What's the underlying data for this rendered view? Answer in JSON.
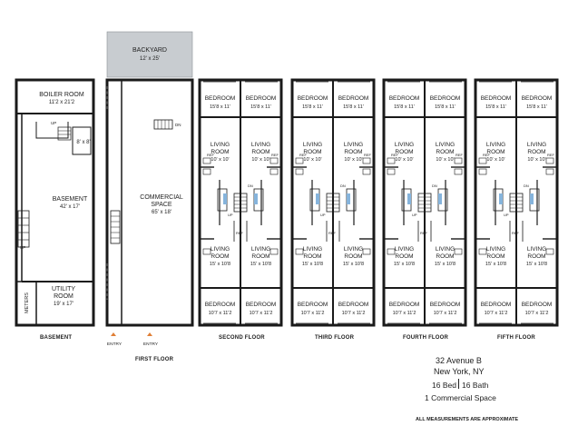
{
  "colors": {
    "wall": "#1a1a1a",
    "backyard": "#c8ccd0",
    "bath_fixture": "#86b4dc",
    "entry": "#e07f36"
  },
  "labels": {
    "basement": "BASEMENT",
    "first_floor": "FIRST FLOOR",
    "second_floor": "SECOND FLOOR",
    "third_floor": "THIRD FLOOR",
    "fourth_floor": "FOURTH FLOOR",
    "fifth_floor": "FIFTH FLOOR",
    "entry": "ENTRY",
    "up": "UP",
    "dn": "DN",
    "ref": "REF"
  },
  "basement": {
    "boiler_room": {
      "name": "BOILER ROOM",
      "dims": "11'2 x 21'2"
    },
    "small_room": {
      "dims": "8' x 8'"
    },
    "main": {
      "name": "BASEMENT",
      "dims": "42' x 17'"
    },
    "utility": {
      "name_1": "UTILITY",
      "name_2": "ROOM",
      "dims": "19' x 17'"
    },
    "meters": "METERS"
  },
  "first_floor": {
    "backyard": {
      "name": "BACKYARD",
      "dims": "12' x 25'"
    },
    "commercial": {
      "name_1": "COMMERCIAL",
      "name_2": "SPACE",
      "dims": "65' x 18'"
    }
  },
  "upper_floor": {
    "bedroom_front": {
      "name": "BEDROOM",
      "dims": "15'8 x 11'"
    },
    "living_front": {
      "name_1": "LIVING",
      "name_2": "ROOM",
      "dims": "10' x 10'"
    },
    "living_rear": {
      "name_1": "LIVING",
      "name_2": "ROOM",
      "dims": "15' x 10'8"
    },
    "bedroom_rear": {
      "name": "BEDROOM",
      "dims": "10'7 x 11'2"
    }
  },
  "info": {
    "address_1": "32 Avenue B",
    "address_2": "New York, NY",
    "beds": "16 Bed",
    "baths": "16 Bath",
    "commercial": "1 Commercial Space",
    "disclaimer": "ALL MEASUREMENTS ARE APPROXIMATE"
  }
}
